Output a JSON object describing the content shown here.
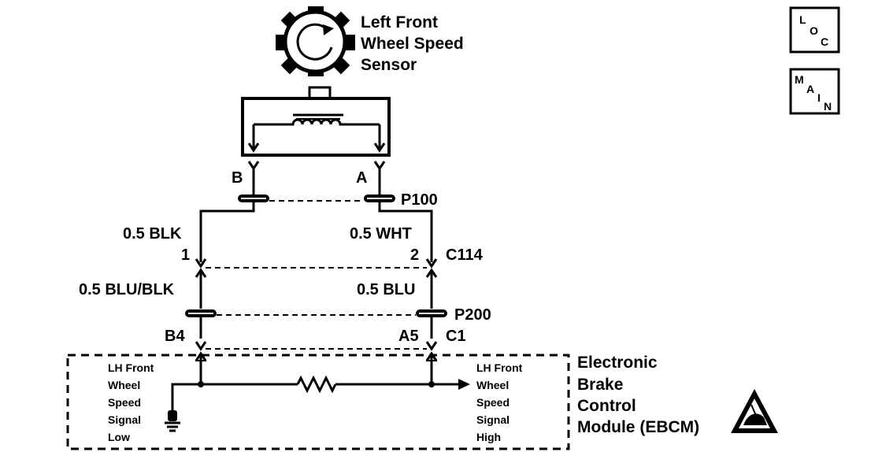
{
  "sensor": {
    "title_lines": [
      "Left Front",
      "Wheel Speed",
      "Sensor"
    ]
  },
  "pins": {
    "sensor_b": "B",
    "sensor_a": "A",
    "splice_p100": "P100",
    "c114_pin1": "1",
    "c114_pin2": "2",
    "connector_c114": "C114",
    "splice_p200": "P200",
    "ebcm_b4": "B4",
    "ebcm_a5": "A5",
    "connector_c1": "C1"
  },
  "wires": {
    "left_upper": "0.5 BLK",
    "right_upper": "0.5 WHT",
    "left_lower": "0.5 BLU/BLK",
    "right_lower": "0.5 BLU"
  },
  "ebcm": {
    "name_lines": [
      "Electronic",
      "Brake",
      "Control",
      "Module (EBCM)"
    ],
    "low_signal_lines": [
      "LH Front",
      "Wheel",
      "Speed",
      "Signal",
      "Low"
    ],
    "high_signal_lines": [
      "LH Front",
      "Wheel",
      "Speed",
      "Signal",
      "High"
    ]
  },
  "nav": {
    "loc_letters": [
      "L",
      "O",
      "C"
    ],
    "main_letters": [
      "M",
      "A",
      "I",
      "N"
    ]
  },
  "icons": {
    "sensor": "toothed-wheel-sensor-icon",
    "esd": "esd-warning-icon",
    "ground": "ground-symbol-icon",
    "resistor": "resistor-icon"
  }
}
